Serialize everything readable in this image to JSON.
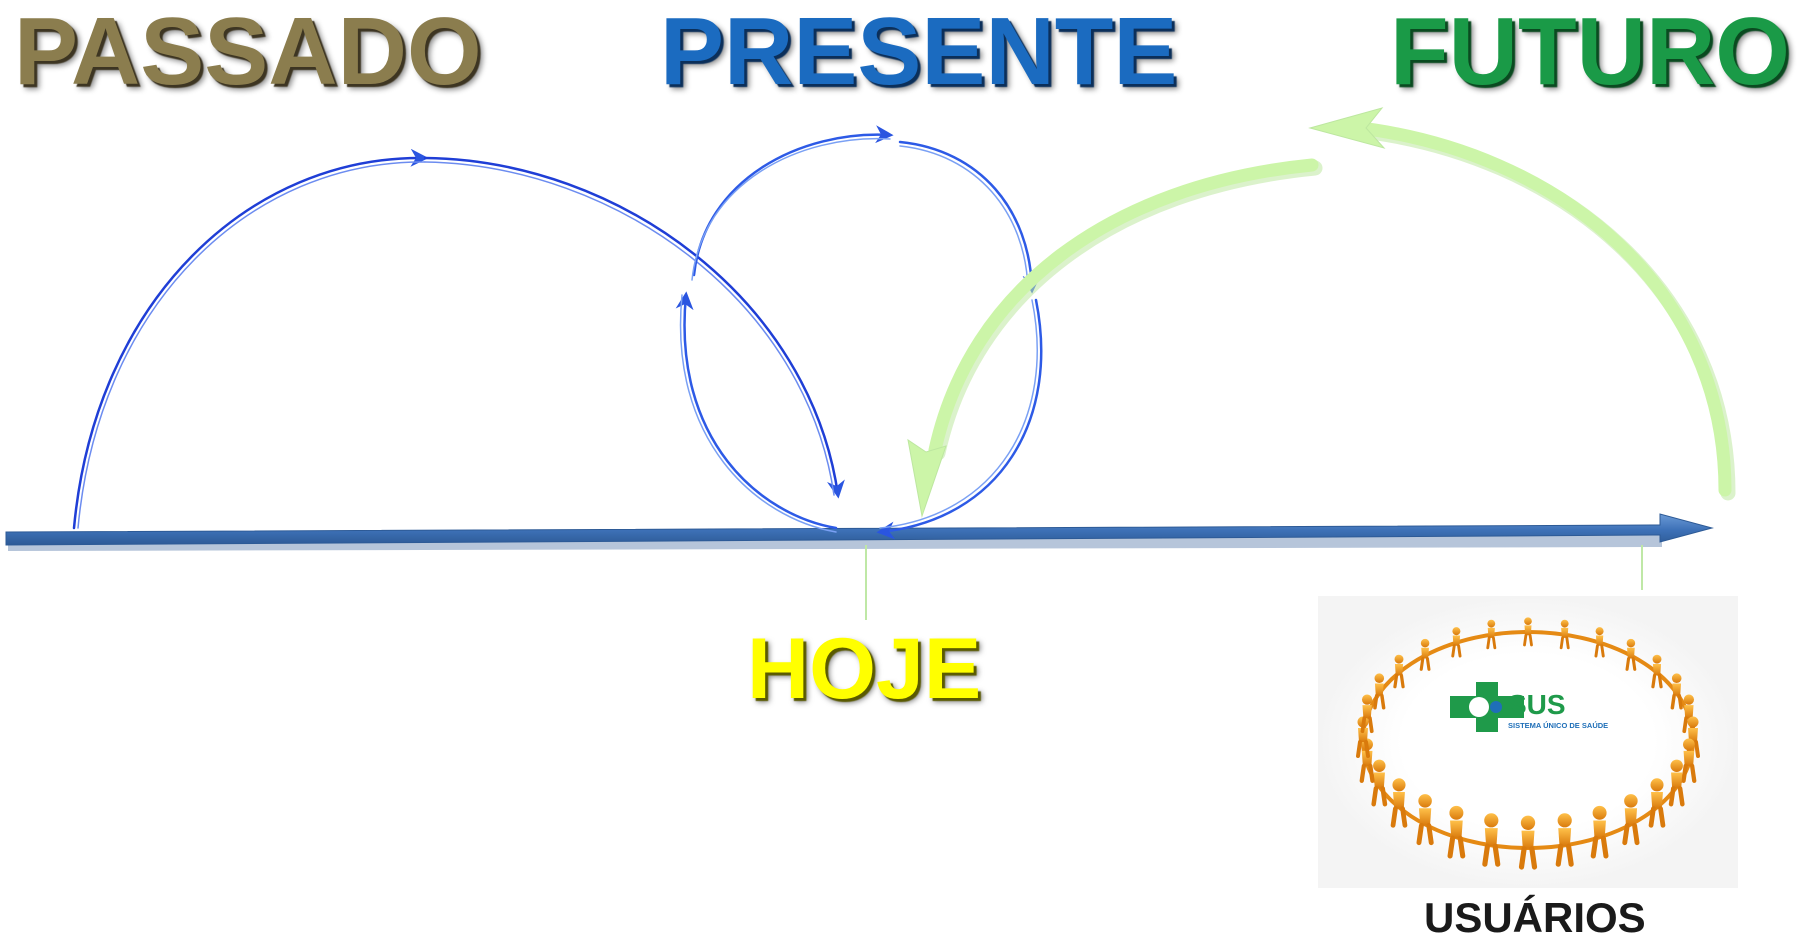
{
  "headings": {
    "past": "PASSADO",
    "present": "PRESENTE",
    "future": "FUTURO",
    "today": "HOJE",
    "users": "USUÁRIOS"
  },
  "logo": {
    "name": "SUS",
    "subtitle": "SISTEMA ÚNICO DE SAÚDE"
  },
  "colors": {
    "past": "#8b7d4e",
    "present": "#1b6bc0",
    "future": "#1a9a47",
    "today": "#ffff00",
    "timeline": "#4a7fc0",
    "arcs": "#1f3ed6",
    "future_arrows": "#ccf5a8",
    "figures": "#f0a020",
    "logo_green": "#1f9a4a"
  },
  "icons": [
    "timeline-arrow",
    "circular-arrows",
    "people-circle-icon",
    "sus-logo"
  ]
}
